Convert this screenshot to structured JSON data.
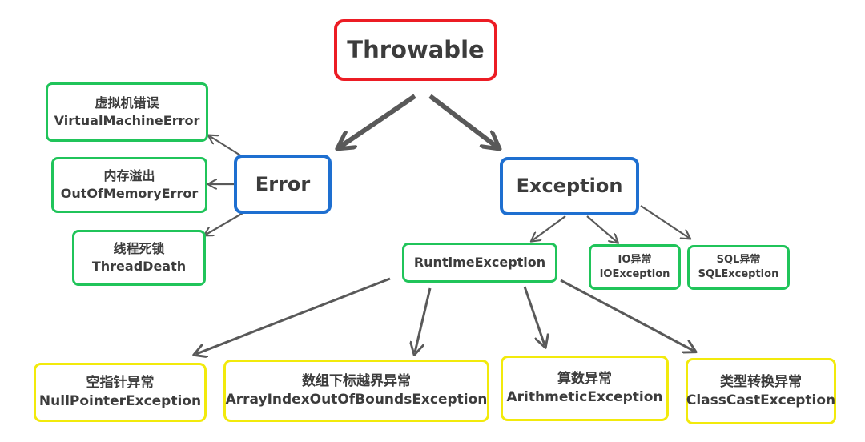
{
  "throwable": {
    "label": "Throwable"
  },
  "error": {
    "label": "Error",
    "children": [
      {
        "zh": "虚拟机错误",
        "en": "VirtualMachineError"
      },
      {
        "zh": "内存溢出",
        "en": "OutOfMemoryError"
      },
      {
        "zh": "线程死锁",
        "en": "ThreadDeath"
      }
    ]
  },
  "exception": {
    "label": "Exception",
    "runtime": {
      "label": "RuntimeException",
      "children": [
        {
          "zh": "空指针异常",
          "en": "NullPointerException"
        },
        {
          "zh": "数组下标越界异常",
          "en": "ArrayIndexOutOfBoundsException"
        },
        {
          "zh": "算数异常",
          "en": "ArithmeticException"
        },
        {
          "zh": "类型转换异常",
          "en": "ClassCastException"
        }
      ]
    },
    "io": {
      "zh": "IO异常",
      "en": "IOException"
    },
    "sql": {
      "zh": "SQL异常",
      "en": "SQLException"
    }
  },
  "colors": {
    "root_border": "#ec1c24",
    "level1_border": "#1e6fd0",
    "leaf_border": "#20c45a",
    "runtime_child_border": "#f2ea0c",
    "arrow": "#595959",
    "text": "#3c3c3c"
  }
}
